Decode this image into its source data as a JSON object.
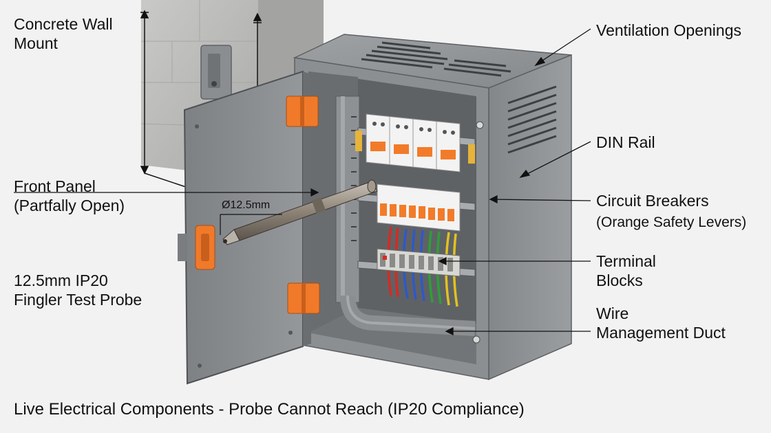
{
  "labels": {
    "concrete_wall_mount": [
      "Concrete Wall",
      "Mount"
    ],
    "front_panel": [
      "Front Panel",
      "(Partfally Open)"
    ],
    "test_probe": [
      "12.5mm IP20",
      "Fingler Test Probe"
    ],
    "ventilation": "Ventilation Openings",
    "din_rail": "DIN Rail",
    "circuit_breakers": [
      "Circuit Breakers",
      "(Orange Safety Levers)"
    ],
    "terminal_blocks": [
      "Terminal",
      "Blocks"
    ],
    "wire_duct": [
      "Wire",
      "Management Duct"
    ],
    "probe_diameter": "Ø12.5mm"
  },
  "caption": "Live Electrical Components - Probe Cannot Reach (IP20 Compliance)",
  "colors": {
    "background": "#f2f2f2",
    "enclosure": "#8a8d90",
    "enclosure_dark": "#6f7275",
    "interior": "#5e6164",
    "concrete": "#b9b9b7",
    "hinge": "#f07a2a",
    "breaker_lever": "#f27b2a",
    "wire_red": "#d62a22",
    "wire_blue": "#2f58c8",
    "wire_green": "#2e9e3a",
    "wire_yellow": "#e2c21e"
  }
}
